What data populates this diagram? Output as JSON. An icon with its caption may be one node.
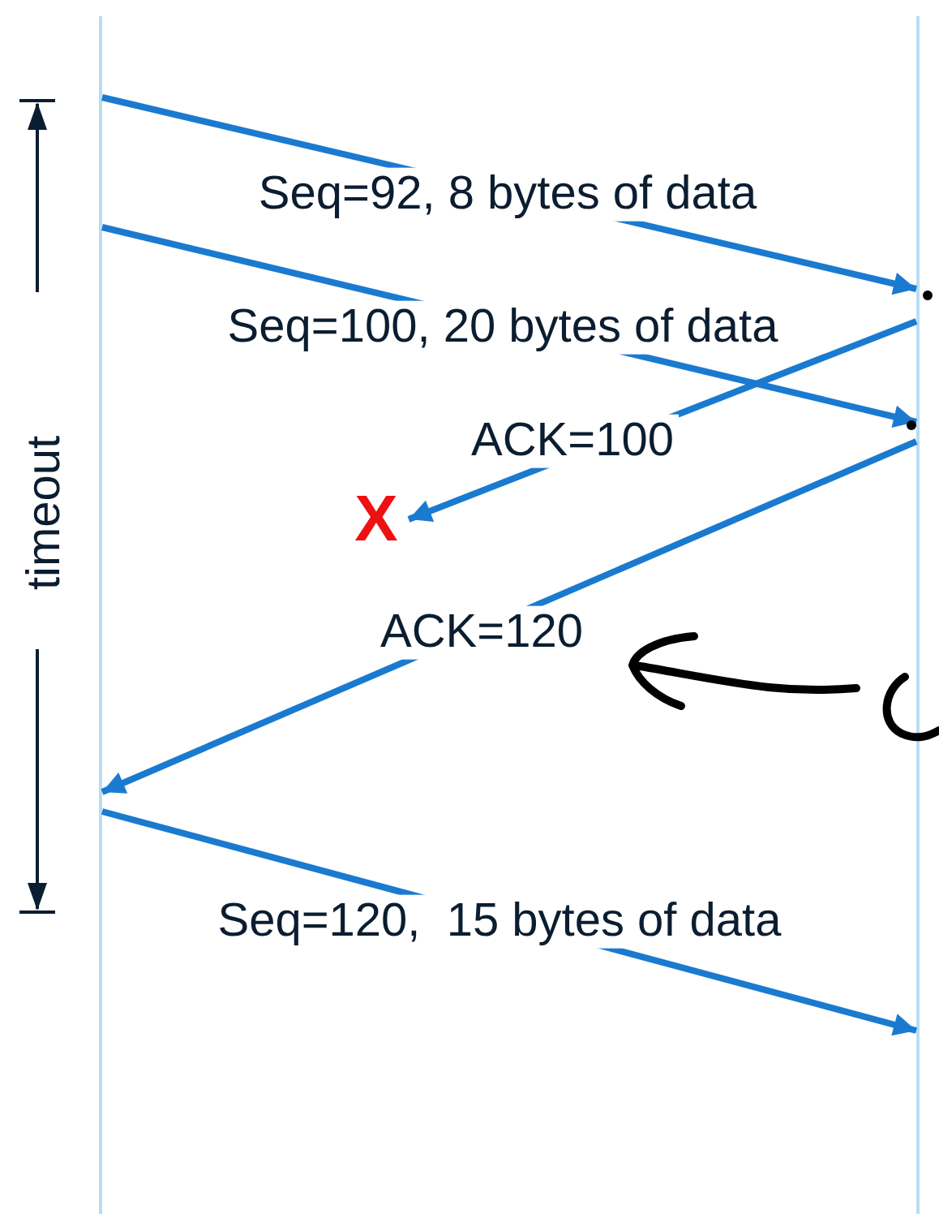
{
  "diagram": {
    "nodes": [
      {
        "text": [],
        "shape": "bar"
      },
      {
        "text": [],
        "shape": "bar"
      },
      {
        "text": [
          "X"
        ]
      }
    ],
    "edges": [
      {
        "from": 0,
        "to": 1,
        "arrow": "to",
        "label": "Seq=92, 8 bytes of data"
      },
      {
        "from": 0,
        "to": 1,
        "arrow": "to",
        "label": "Seq=100, 20 bytes of data"
      },
      {
        "from": 1,
        "to": 2,
        "arrow": "to",
        "label": "ACK=100"
      },
      {
        "from": 1,
        "to": 0,
        "arrow": "to",
        "label": "ACK=120"
      },
      {
        "from": 0,
        "to": 1,
        "arrow": "to",
        "label": "Seq=120,  15 bytes of data"
      }
    ],
    "labels": [
      "timeout"
    ]
  }
}
